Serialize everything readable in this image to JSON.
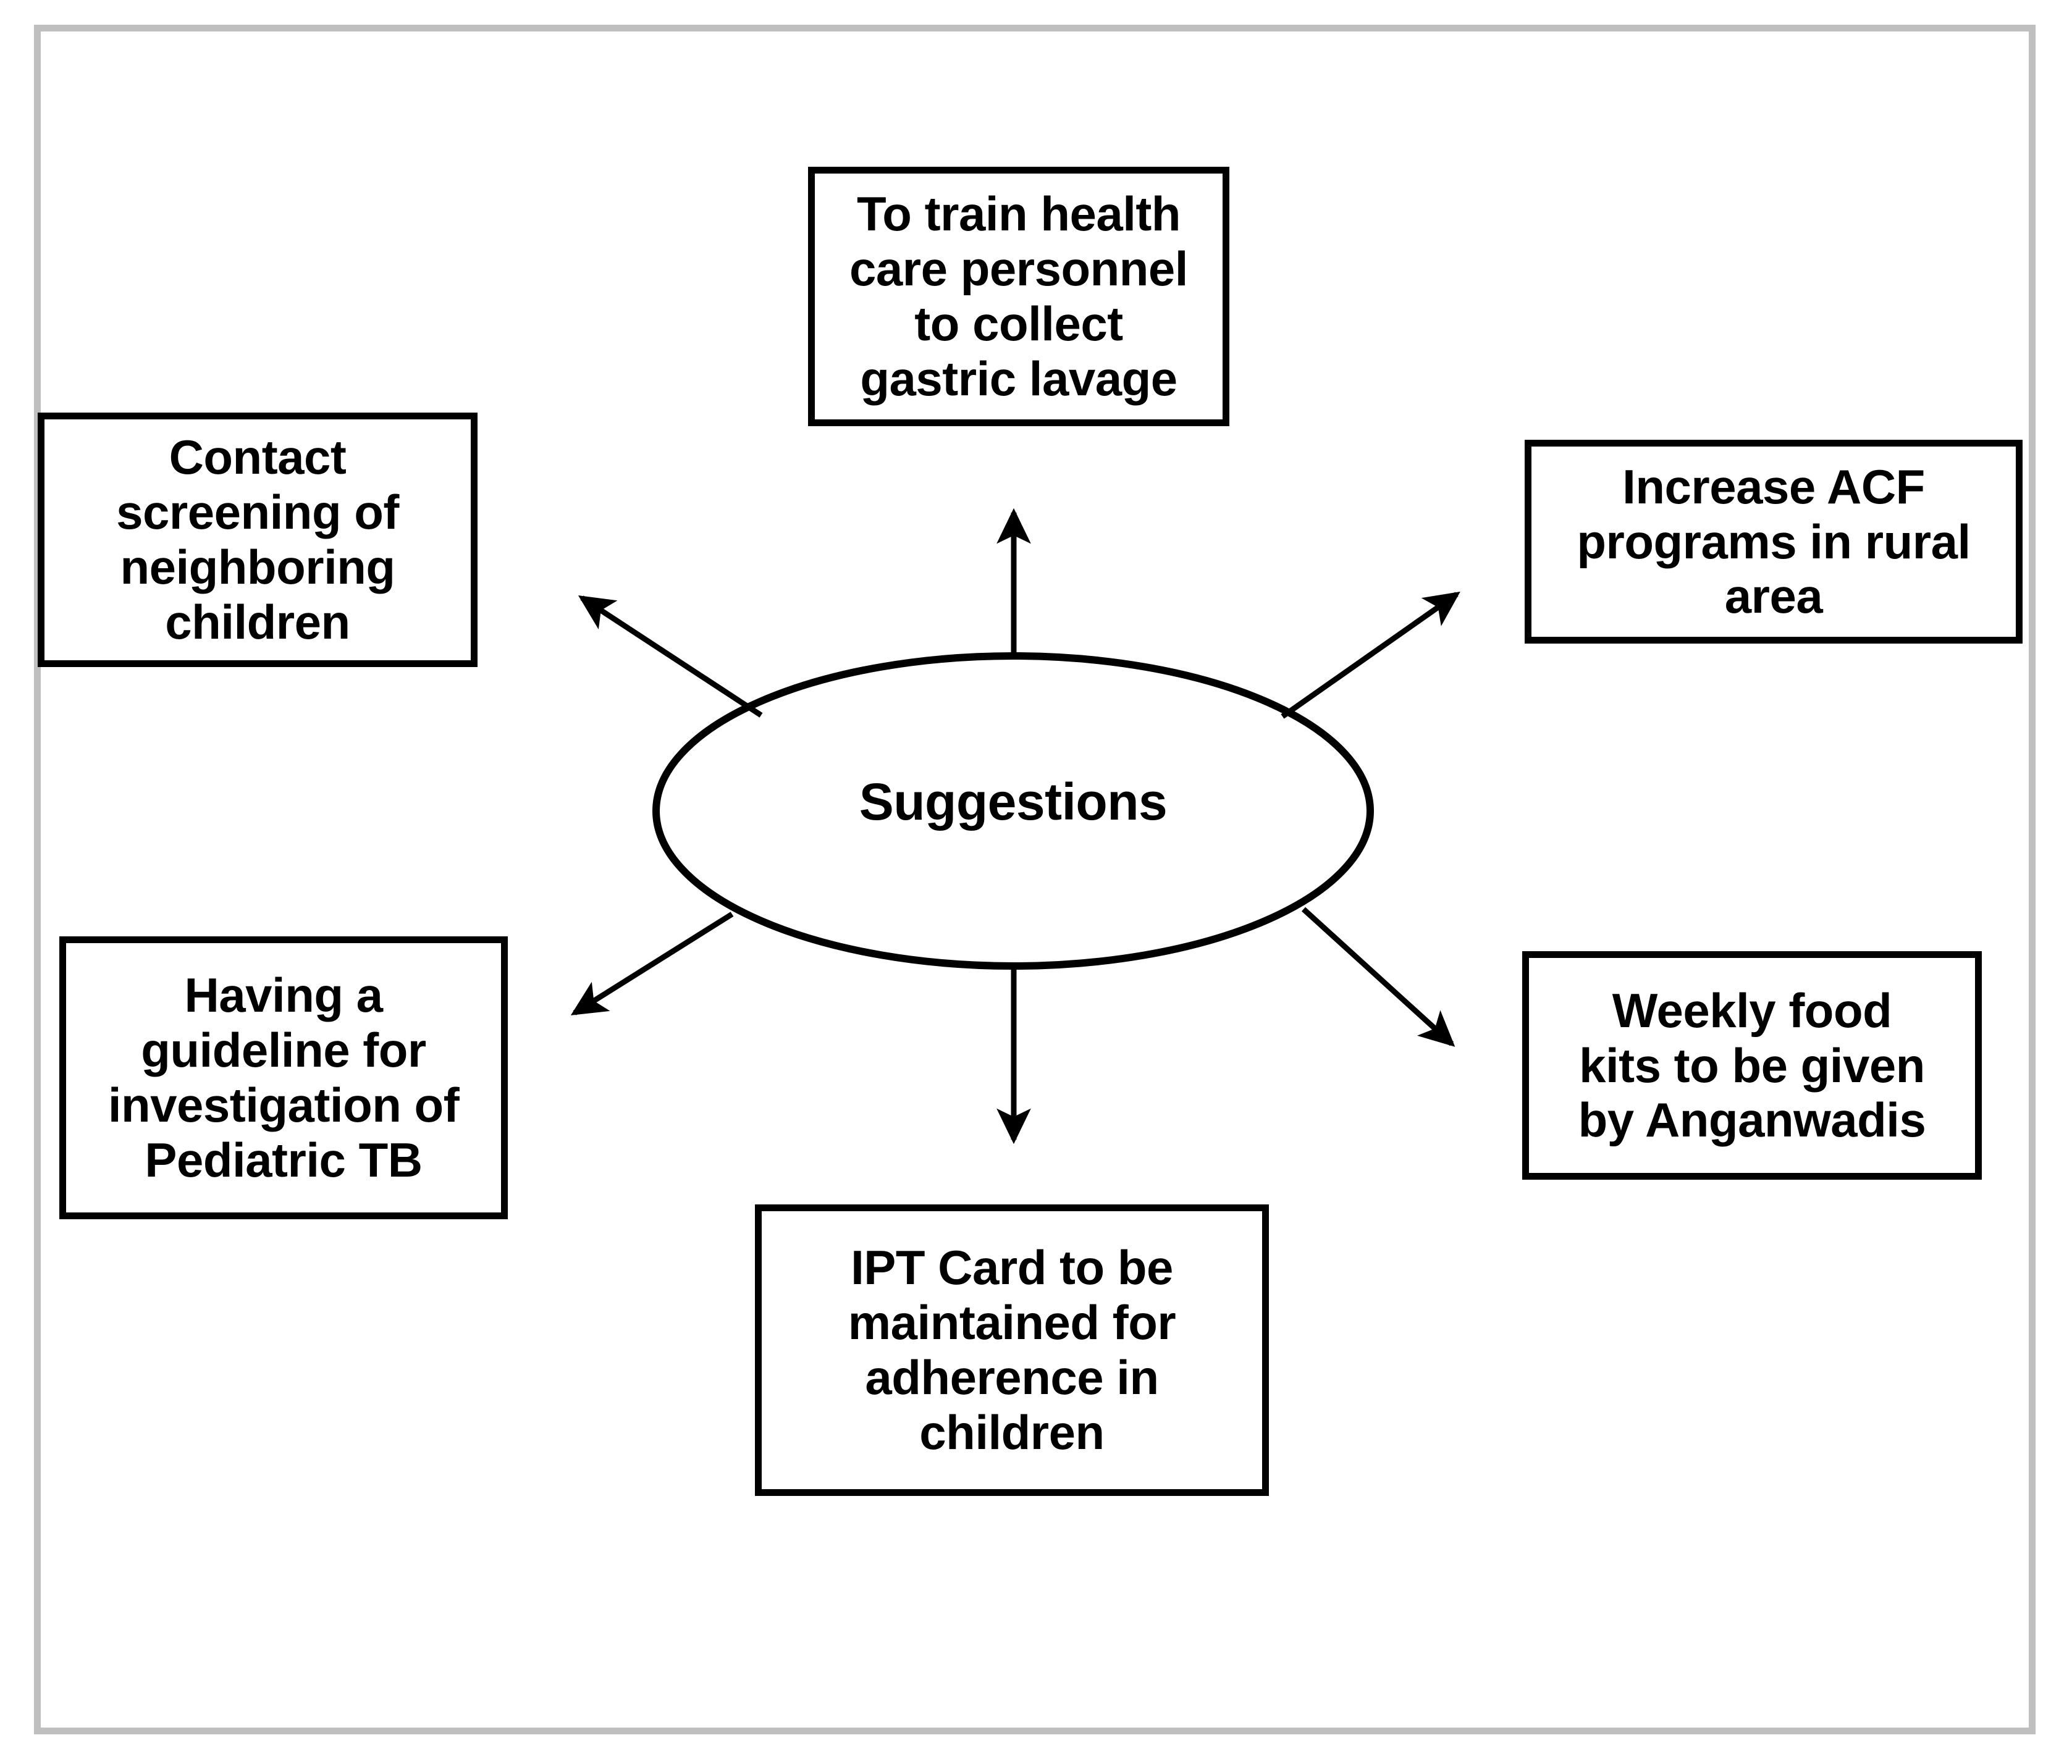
{
  "diagram": {
    "title": "Suggestions",
    "frame_color": "#bfbfbf",
    "stroke_color": "#000000",
    "background_color": "#ffffff",
    "hub": {
      "label": "Suggestions",
      "shape": "ellipse"
    },
    "nodes": [
      {
        "id": "train-personnel",
        "label": "To train health\ncare personnel\nto collect\ngastric lavage",
        "position": "top-center"
      },
      {
        "id": "contact-screening",
        "label": "Contact\nscreening of\nneighboring\nchildren",
        "position": "top-left"
      },
      {
        "id": "increase-acf",
        "label": "Increase ACF\nprograms in rural\narea",
        "position": "top-right"
      },
      {
        "id": "guideline-tb",
        "label": "Having a\nguideline for\ninvestigation of\nPediatric TB",
        "position": "bottom-left"
      },
      {
        "id": "weekly-food",
        "label": "Weekly food\nkits to be given\nby Anganwadis",
        "position": "bottom-right"
      },
      {
        "id": "ipt-card",
        "label": "IPT Card to be\nmaintained for\nadherence in\nchildren",
        "position": "bottom-center"
      }
    ],
    "connectors": [
      {
        "from": "Suggestions",
        "to": "train-personnel",
        "style": "arrow"
      },
      {
        "from": "Suggestions",
        "to": "contact-screening",
        "style": "arrow"
      },
      {
        "from": "Suggestions",
        "to": "increase-acf",
        "style": "arrow"
      },
      {
        "from": "Suggestions",
        "to": "guideline-tb",
        "style": "arrow"
      },
      {
        "from": "Suggestions",
        "to": "weekly-food",
        "style": "arrow"
      },
      {
        "from": "Suggestions",
        "to": "ipt-card",
        "style": "arrow"
      }
    ]
  }
}
